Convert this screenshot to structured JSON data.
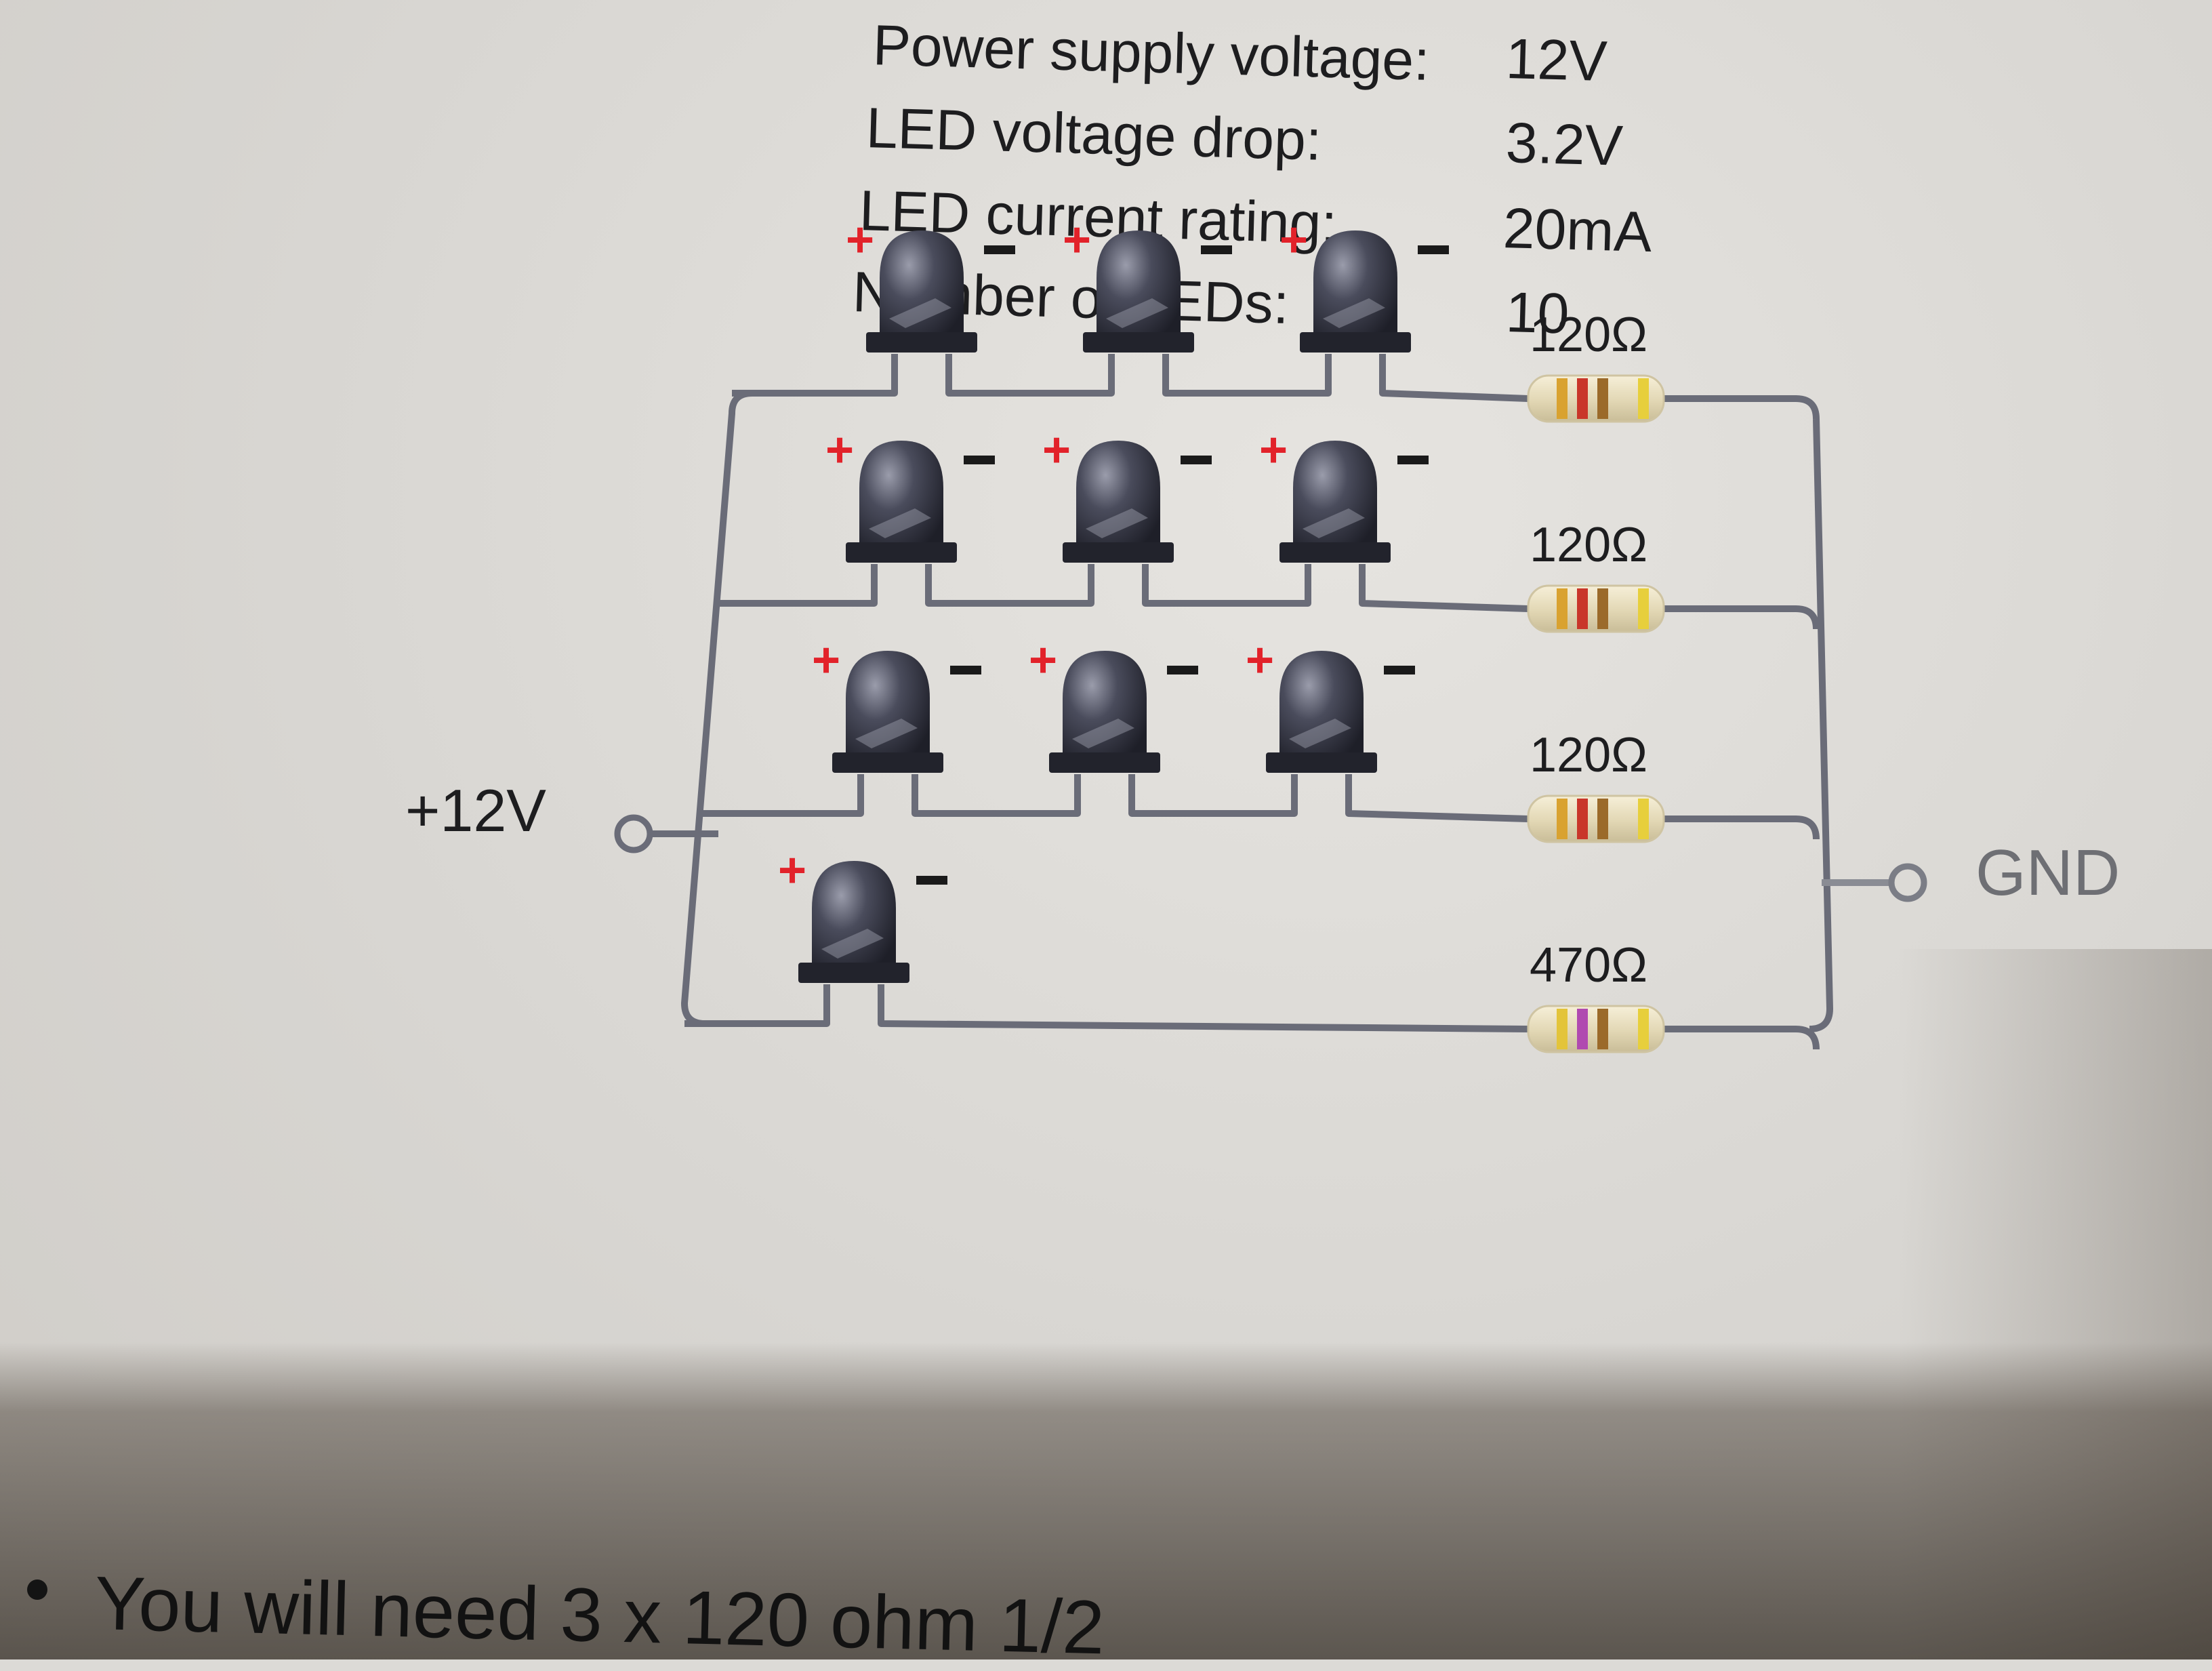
{
  "specs": [
    {
      "label": "Power supply voltage:",
      "value": "12V"
    },
    {
      "label": "LED voltage drop:",
      "value": "3.2V"
    },
    {
      "label": "LED current rating:",
      "value": "20mA"
    },
    {
      "label": "Number of LEDs:",
      "value": "10"
    }
  ],
  "circuit": {
    "input_label": "+12V",
    "ground_label": "GND",
    "led_plus_symbol": "+",
    "led_minus_symbol": "-",
    "rows": [
      {
        "led_count": 3,
        "resistor_label": "120Ω",
        "resistor_bands": [
          "#d9a230",
          "#c9362a",
          "#9b6a2a",
          "#e7cf3c"
        ]
      },
      {
        "led_count": 3,
        "resistor_label": "120Ω",
        "resistor_bands": [
          "#d9a230",
          "#c9362a",
          "#9b6a2a",
          "#e7cf3c"
        ]
      },
      {
        "led_count": 3,
        "resistor_label": "120Ω",
        "resistor_bands": [
          "#d9a230",
          "#c9362a",
          "#9b6a2a",
          "#e7cf3c"
        ]
      },
      {
        "led_count": 1,
        "resistor_label": "470Ω",
        "resistor_bands": [
          "#e3c43a",
          "#b04ab0",
          "#9b6a2a",
          "#e7cf3c"
        ]
      }
    ]
  },
  "colors": {
    "wire": "#6a6c78",
    "plus": "#e2222a",
    "minus": "#1a1a1a",
    "led_body": "#3a3c4a",
    "resistor_body": "#ece2c4"
  },
  "bullet_text": "You will need 3 x 120 ohm 1/2"
}
